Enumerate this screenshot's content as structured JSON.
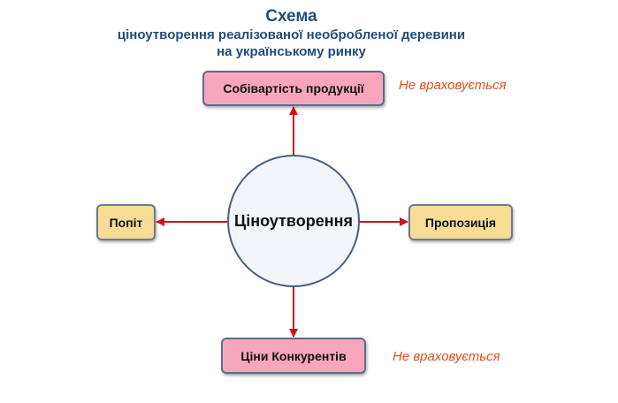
{
  "title": {
    "main": "Схема",
    "line1": "ціноутворення реалізованої необробленої деревини",
    "line2": "на українському ринку"
  },
  "center": {
    "label": "Ціноутворення"
  },
  "nodes": {
    "cost": "Собівартість продукції",
    "demand": "Попіт",
    "supply": "Пропозиція",
    "competitors": "Ціни Конкурентів"
  },
  "notes": {
    "cost_note": "Не враховується",
    "competitors_note": "Не враховується"
  },
  "colors": {
    "title": "#1f4e79",
    "arrow": "#d3101a",
    "note": "#e0501d",
    "pink_box": "#f7a6bd",
    "yellow_box": "#f8dc96",
    "circle_fill": "#f2f5f9"
  }
}
